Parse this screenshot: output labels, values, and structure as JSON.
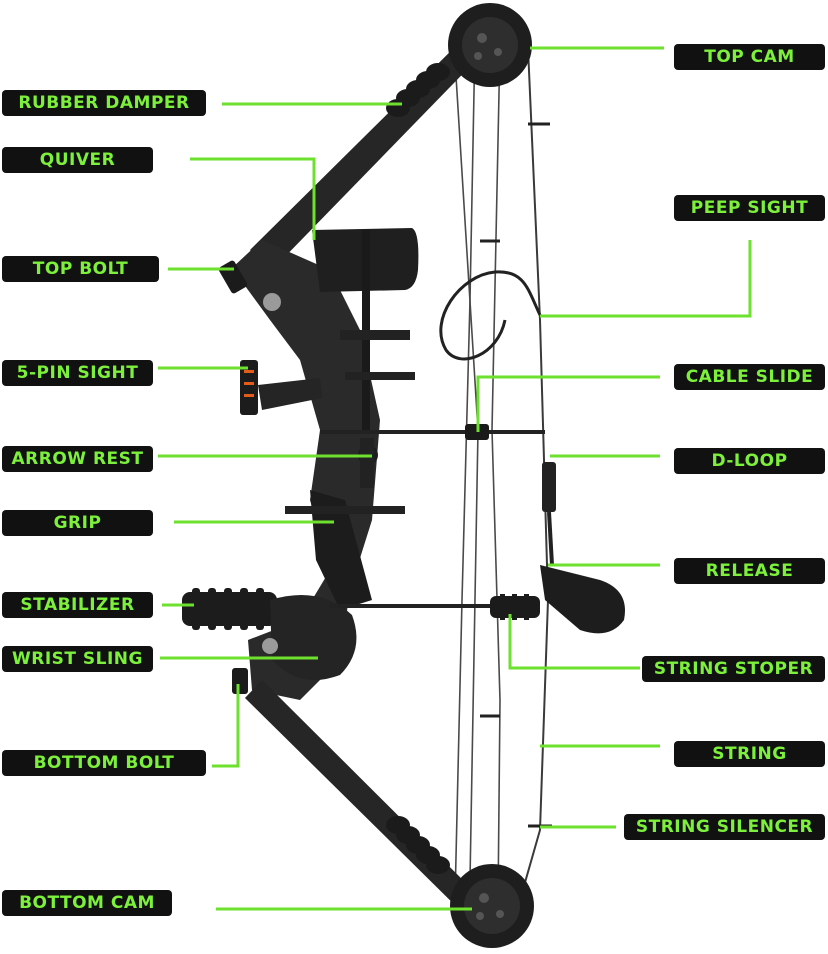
{
  "colors": {
    "label_bg": "#111111",
    "label_text": "#7cf03a",
    "leader_line": "#6ee02e",
    "bow_body": "#262626",
    "cam": "#1e1e1e"
  },
  "labels": {
    "top_cam": "TOP CAM",
    "rubber_damper": "RUBBER DAMPER",
    "quiver": "QUIVER",
    "peep_sight": "PEEP SIGHT",
    "top_bolt": "TOP BOLT",
    "five_pin_sight": "5-PIN SIGHT",
    "cable_slide": "CABLE SLIDE",
    "arrow_rest": "ARROW REST",
    "d_loop": "D-LOOP",
    "grip": "GRIP",
    "release": "RELEASE",
    "stabilizer": "STABILIZER",
    "wrist_sling": "WRIST SLING",
    "string_stoper": "STRING STOPER",
    "string": "STRING",
    "bottom_bolt": "BOTTOM BOLT",
    "string_silencer": "STRING SILENCER",
    "bottom_cam": "BOTTOM CAM"
  }
}
